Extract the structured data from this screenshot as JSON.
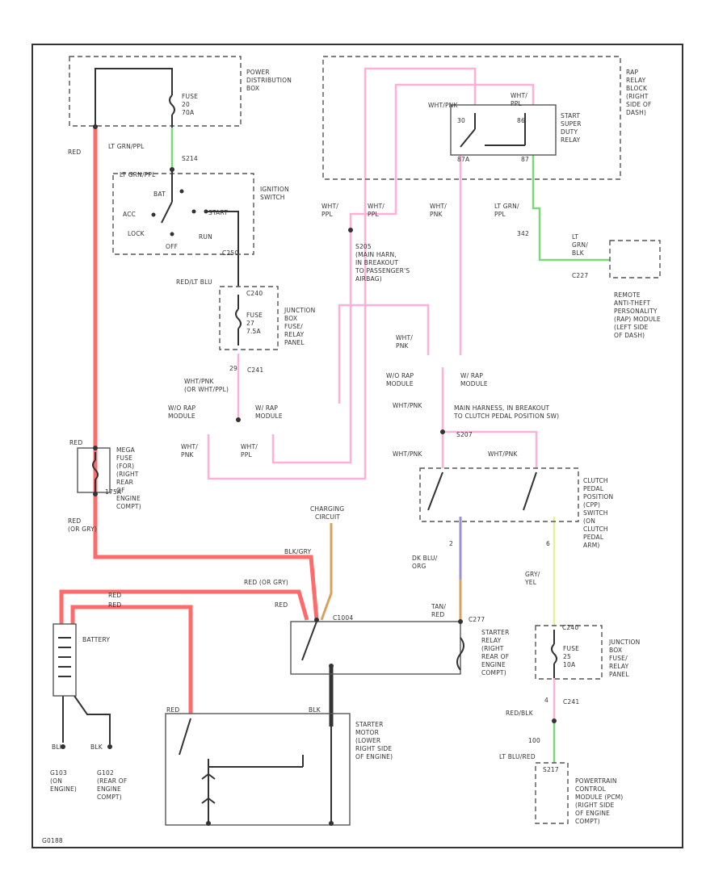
{
  "labels": {
    "power_dist_box": [
      "POWER",
      "DISTRIBUTION",
      "BOX"
    ],
    "fuse_20": [
      "FUSE",
      "20",
      "70A"
    ],
    "red_top": "RED",
    "lt_grn_ppl_1": "LT GRN/PPL",
    "s214": "S214",
    "lt_grn_ppl_2": "LT GRN/PPL",
    "ignition_switch": [
      "IGNITION",
      "SWITCH"
    ],
    "ign_bat": "BAT",
    "ign_acc": "ACC",
    "ign_start": "START",
    "ign_lock": "LOCK",
    "ign_run": "RUN",
    "ign_off": "OFF",
    "c250": "C250",
    "red_lt_blu": "RED/LT BLU",
    "c240_1": "C240",
    "fuse_27": [
      "FUSE",
      "27",
      "7.5A"
    ],
    "jbox_1": [
      "JUNCTION",
      "BOX",
      "FUSE/",
      "RELAY",
      "PANEL"
    ],
    "c241_1": "C241",
    "w29": "29",
    "wht_pnk_or_wht_ppl": [
      "WHT/PNK",
      "(OR WHT/PPL)"
    ],
    "wo_rap_1": [
      "W/O RAP",
      "MODULE"
    ],
    "w_rap_1": [
      "W/ RAP",
      "MODULE"
    ],
    "wht_pnk_a": [
      "WHT/",
      "PNK"
    ],
    "wht_ppl_a": [
      "WHT/",
      "PPL"
    ],
    "wht_ppl_b": [
      "WHT/",
      "PPL"
    ],
    "wht_ppl_c": [
      "WHT/",
      "PPL"
    ],
    "wht_pnk_b": [
      "WHT/",
      "PNK"
    ],
    "s205": [
      "S205",
      "(MAIN HARN,",
      "IN BREAKOUT",
      "TO PASSENGER'S",
      "AIRBAG)"
    ],
    "rap_relay_block": [
      "RAP",
      "RELAY",
      "BLOCK",
      "(RIGHT",
      "SIDE OF",
      "DASH)"
    ],
    "start_super_duty": [
      "START",
      "SUPER",
      "DUTY",
      "RELAY"
    ],
    "wht_pnk_top": "WHT/PNK",
    "wht_ppl_top": [
      "WHT/",
      "PPL"
    ],
    "pin_30": "30",
    "pin_86": "86",
    "pin_87a": "87A",
    "pin_87": "87",
    "lt_grn_ppl_3": [
      "LT GRN/",
      "PPL"
    ],
    "w342": "342",
    "lt_grn_blk": [
      "LT",
      "GRN/",
      "BLK"
    ],
    "c227": "C227",
    "remote_anti_theft": [
      "REMOTE",
      "ANTI-THEFT",
      "PERSONALITY",
      "(RAP) MODULE",
      "(LEFT SIDE",
      "OF DASH)"
    ],
    "wht_pnk_c": [
      "WHT/",
      "PNK"
    ],
    "wo_rap_2": [
      "W/O RAP",
      "MODULE"
    ],
    "w_rap_2": [
      "W/ RAP",
      "MODULE"
    ],
    "wht_pnk_d": "WHT/PNK",
    "main_harness_breakout": [
      "MAIN HARNESS, IN BREAKOUT",
      "TO CLUTCH PEDAL POSITION SW)"
    ],
    "s207": "S207",
    "wht_pnk_e": "WHT/PNK",
    "wht_pnk_f": "WHT/PNK",
    "cpp_switch": [
      "CLUTCH",
      "PEDAL",
      "POSITION",
      "(CPP)",
      "SWITCH",
      "(ON",
      "CLUTCH",
      "PEDAL",
      "ARM)"
    ],
    "mega_fuse": [
      "MEGA",
      "FUSE",
      "(FOR)",
      "(RIGHT",
      "REAR",
      "OF",
      "ENGINE",
      "COMPT)"
    ],
    "red_mega": "RED",
    "a175": "175A",
    "red_or_gry": [
      "RED",
      "(OR GRY)"
    ],
    "charging_circuit": [
      "CHARGING",
      "CIRCUIT"
    ],
    "black_ry": "BLK/GRY",
    "red_or_gry_2": "RED (OR GRY)",
    "red_bat_1": "RED",
    "red_bat_2": "RED",
    "red_starter": "RED",
    "c1004": "C1004",
    "battery": "BATTERY",
    "pin_2": "2",
    "dk_blu_org": [
      "DK BLU/",
      "ORG"
    ],
    "tan_red": [
      "TAN/",
      "RED"
    ],
    "c277": "C277",
    "starter_relay": [
      "STARTER",
      "RELAY",
      "(RIGHT",
      "REAR OF",
      "ENGINE",
      "COMPT)"
    ],
    "gry_yel": [
      "GRY/",
      "YEL"
    ],
    "pin_6": "6",
    "c240_2": "C240",
    "fuse_25": [
      "FUSE",
      "25",
      "10A"
    ],
    "jbox_2": [
      "JUNCTION",
      "BOX",
      "FUSE/",
      "RELAY",
      "PANEL"
    ],
    "c241_2": "C241",
    "pin_4": "4",
    "red_blk": "RED/BLK",
    "w100": "100",
    "lt_blu_red": "LT BLU/RED",
    "s217": "S217",
    "pcm": [
      "POWERTRAIN",
      "CONTROL",
      "MODULE (PCM)",
      "(RIGHT SIDE",
      "OF ENGINE",
      "COMPT)"
    ],
    "blk_1": "BLK",
    "blk_2": "BLK",
    "g103": [
      "G103",
      "(ON",
      "ENGINE)"
    ],
    "g102": [
      "G102",
      "(REAR OF",
      "ENGINE",
      "COMPT)"
    ],
    "red_sm": "RED",
    "blk_sm": "BLK",
    "starter_motor": [
      "STARTER",
      "MOTOR",
      "(LOWER",
      "RIGHT SIDE",
      "OF ENGINE)"
    ],
    "fig_no": "G0188"
  }
}
